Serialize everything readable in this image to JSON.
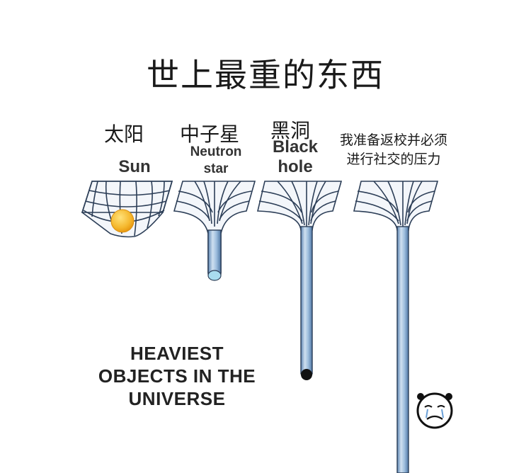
{
  "title": "世上最重的东西",
  "objects": [
    {
      "zh": "太阳",
      "en": "Sun"
    },
    {
      "zh": "中子星",
      "en_line1": "Neutron",
      "en_line2": "star"
    },
    {
      "zh": "黑洞",
      "en_line1": "Black",
      "en_line2": "hole"
    },
    {
      "zh_line1": "我准备返校并必须",
      "zh_line2": "进行社交的压力"
    }
  ],
  "caption": {
    "line1": "HEAVIEST",
    "line2": "OBJECTS IN THE",
    "line3": "UNIVERSE"
  },
  "colors": {
    "grid_stroke": "#2c3e57",
    "tube_fill": "#8fb3d6",
    "tube_highlight": "#cfe0f0",
    "sun_fill": "#f5b82e",
    "neutron_star_fill": "#a9dcef",
    "black_hole_fill": "#111111"
  }
}
